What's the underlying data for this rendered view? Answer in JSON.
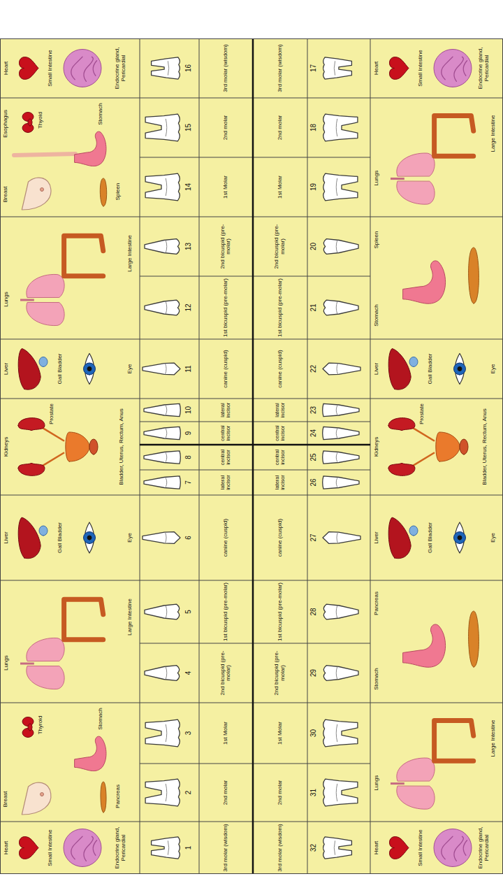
{
  "diagram": {
    "nodes": [
      {
        "text": [
          "Heart",
          "Small Intestine",
          "Endocrine gland, Pericardial"
        ]
      },
      {
        "text": [
          "Breast",
          "Thyroid",
          "Stomach",
          "Pancreas"
        ]
      },
      {
        "text": [
          "Lungs",
          "Large Intestine"
        ]
      },
      {
        "text": [
          "Liver",
          "Gall Bladder",
          "Eye"
        ]
      },
      {
        "text": [
          "Kidneys",
          "Prostate",
          "Bladder, Uterus, Rectum, Anus"
        ]
      },
      {
        "text": [
          "Liver",
          "Gall Bladder",
          "Eye"
        ]
      },
      {
        "text": [
          "Lungs",
          "Large Intestine"
        ]
      },
      {
        "text": [
          "Esophagus",
          "Breast",
          "Thyoid",
          "Stomach",
          "Spleen"
        ]
      },
      {
        "text": [
          "Heart",
          "Small Intestine",
          "Endocrine gland, Pericardial"
        ]
      },
      {
        "text": [
          "1"
        ]
      },
      {
        "text": [
          "2"
        ]
      },
      {
        "text": [
          "3"
        ]
      },
      {
        "text": [
          "4"
        ]
      },
      {
        "text": [
          "5"
        ]
      },
      {
        "text": [
          "6"
        ]
      },
      {
        "text": [
          "7"
        ]
      },
      {
        "text": [
          "8"
        ]
      },
      {
        "text": [
          "9"
        ]
      },
      {
        "text": [
          "10"
        ]
      },
      {
        "text": [
          "11"
        ]
      },
      {
        "text": [
          "12"
        ]
      },
      {
        "text": [
          "13"
        ]
      },
      {
        "text": [
          "14"
        ]
      },
      {
        "text": [
          "15"
        ]
      },
      {
        "text": [
          "16"
        ]
      },
      {
        "text": [
          "3rd molar (wisdom)"
        ]
      },
      {
        "text": [
          "2nd molar"
        ]
      },
      {
        "text": [
          "1st Molar"
        ]
      },
      {
        "text": [
          "2nd bicuspid (pre-molar)"
        ]
      },
      {
        "text": [
          "1st bicuspid (pre-molar)"
        ]
      },
      {
        "text": [
          "canine (cuspid)"
        ]
      },
      {
        "text": [
          "lateral incisor"
        ]
      },
      {
        "text": [
          "central incisor"
        ]
      },
      {
        "text": [
          "central incisor"
        ]
      },
      {
        "text": [
          "lateral incisor"
        ]
      },
      {
        "text": [
          "canine (cuspid)"
        ]
      },
      {
        "text": [
          "1st bicuspid (pre-molar)"
        ]
      },
      {
        "text": [
          "2nd bicuspid (pre-molar)"
        ]
      },
      {
        "text": [
          "1st Molar"
        ]
      },
      {
        "text": [
          "2nd molar"
        ]
      },
      {
        "text": [
          "3rd molar (wisdom)"
        ]
      },
      {
        "text": [
          "3rd molar (wisdom)"
        ]
      },
      {
        "text": [
          "2nd molar"
        ]
      },
      {
        "text": [
          "1st Molar"
        ]
      },
      {
        "text": [
          "2nd bicuspid (pre-molar)"
        ]
      },
      {
        "text": [
          "1st bicuspid (pre-molar)"
        ]
      },
      {
        "text": [
          "canine (cuspid)"
        ]
      },
      {
        "text": [
          "lateral incisor"
        ]
      },
      {
        "text": [
          "central incisor"
        ]
      },
      {
        "text": [
          "central incisor"
        ]
      },
      {
        "text": [
          "lateral incisor"
        ]
      },
      {
        "text": [
          "canine (cuspid)"
        ]
      },
      {
        "text": [
          "1st bicuspid (pre-molar)"
        ]
      },
      {
        "text": [
          "2nd bicuspid (pre-molar)"
        ]
      },
      {
        "text": [
          "1st Molar"
        ]
      },
      {
        "text": [
          "2nd molar"
        ]
      },
      {
        "text": [
          "3rd molar (wisdom)"
        ]
      },
      {
        "text": [
          "32"
        ]
      },
      {
        "text": [
          "31"
        ]
      },
      {
        "text": [
          "30"
        ]
      },
      {
        "text": [
          "29"
        ]
      },
      {
        "text": [
          "28"
        ]
      },
      {
        "text": [
          "27"
        ]
      },
      {
        "text": [
          "26"
        ]
      },
      {
        "text": [
          "25"
        ]
      },
      {
        "text": [
          "24"
        ]
      },
      {
        "text": [
          "23"
        ]
      },
      {
        "text": [
          "22"
        ]
      },
      {
        "text": [
          "21"
        ]
      },
      {
        "text": [
          "20"
        ]
      },
      {
        "text": [
          "19"
        ]
      },
      {
        "text": [
          "18"
        ]
      },
      {
        "text": [
          "17"
        ]
      },
      {
        "text": [
          "Heart",
          "Small Intestine",
          "Endocrine gland, Pericardial"
        ]
      },
      {
        "text": [
          "Lungs",
          "Large Intestine"
        ]
      },
      {
        "text": [
          "Stomach",
          "Pancreas"
        ]
      },
      {
        "text": [
          "Liver",
          "Gall Bladder",
          "Eye"
        ]
      },
      {
        "text": [
          "Kidneys",
          "Prostate",
          "Bladder, Uterus, Rectum, Anus"
        ]
      },
      {
        "text": [
          "Liver",
          "Gall Bladder",
          "Eye"
        ]
      },
      {
        "text": [
          "Stomach",
          "Spleen"
        ]
      },
      {
        "text": [
          "Lungs",
          "Large Intestine"
        ]
      },
      {
        "text": [
          "Heart",
          "Small Intestine",
          "Endocrine gland, Pericardial"
        ]
      }
    ]
  }
}
